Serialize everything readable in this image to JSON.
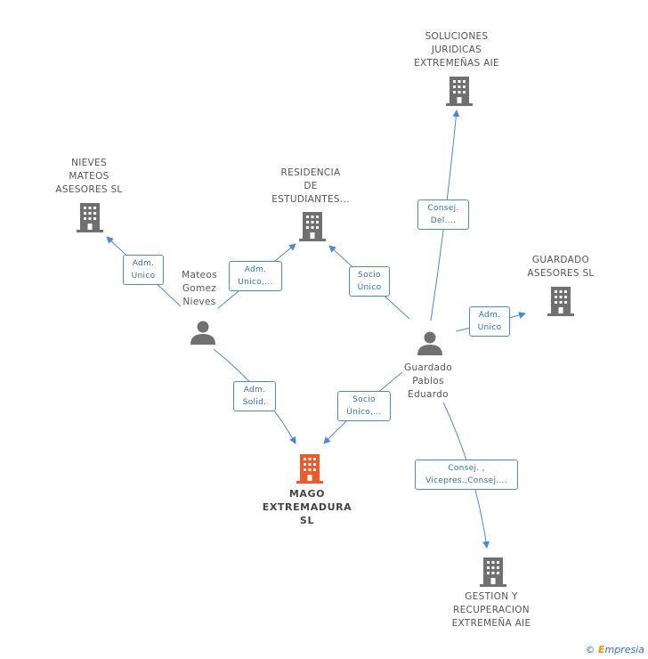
{
  "colors": {
    "edge": "#4a8ad4",
    "building": "#707070",
    "main_building": "#f05a28",
    "person": "#707070"
  },
  "nodes": {
    "nieves_mateos": {
      "label": "NIEVES\nMATEOS\nASESORES  SL",
      "icon": "building-icon"
    },
    "residencia": {
      "label": "RESIDENCIA\nDE\nESTUDIANTES...",
      "icon": "building-icon"
    },
    "soluciones": {
      "label": "SOLUCIONES\nJURIDICAS\nEXTREMEÑAS AIE",
      "icon": "building-icon"
    },
    "guardado_asesores": {
      "label": "GUARDADO\nASESORES SL",
      "icon": "building-icon"
    },
    "mateos_gomez": {
      "label": "Mateos\nGomez\nNieves",
      "icon": "person-icon"
    },
    "guardado_pablos": {
      "label": "Guardado\nPablos\nEduardo",
      "icon": "person-icon"
    },
    "mago": {
      "label": "MAGO\nEXTREMADURA\nSL",
      "icon": "building-icon"
    },
    "gestion": {
      "label": "GESTION Y\nRECUPERACION\nEXTREMEÑA AIE",
      "icon": "building-icon"
    }
  },
  "edges": {
    "e1": "Adm.\nUnico",
    "e2": "Adm.\nUnico,...",
    "e3": "Socio\nÚnico",
    "e4": "Consej.\nDel....",
    "e5": "Adm.\nUnico",
    "e6": "Adm.\nSolid.",
    "e7": "Socio\nÚnico,...",
    "e8": "Consej. ,\nVicepres.,Consej...."
  },
  "footer": {
    "copyright": "©",
    "brand_first": "E",
    "brand_rest": "mpresia"
  }
}
